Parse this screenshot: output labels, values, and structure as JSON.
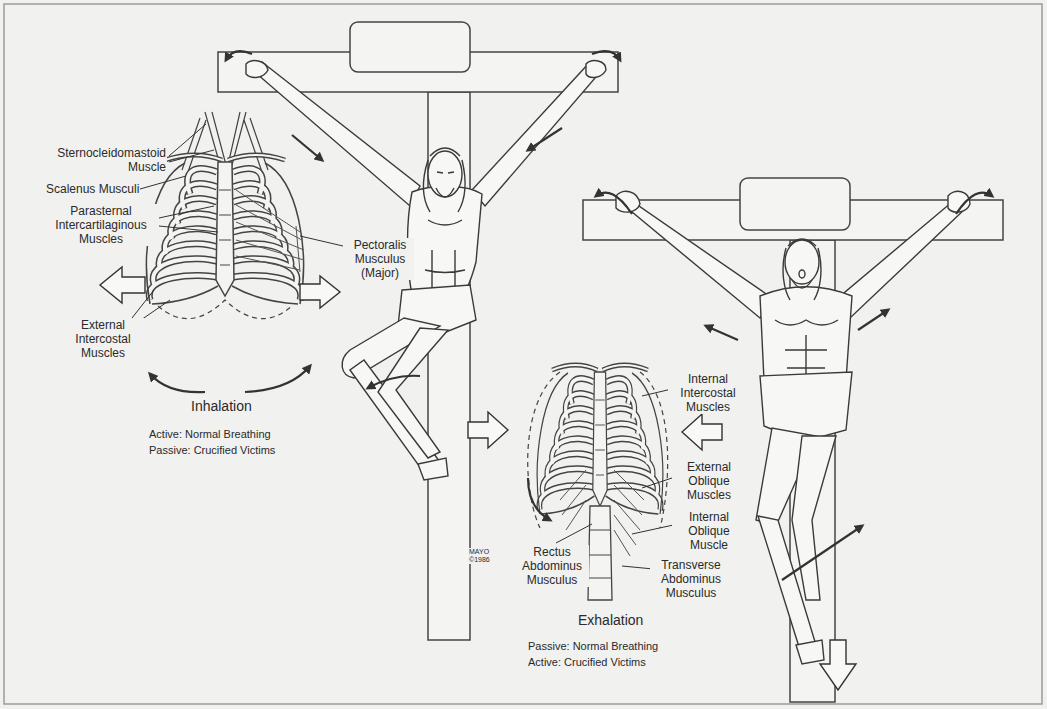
{
  "diagram": {
    "labels": [
      "Sternocleidomastoid Muscle",
      "Scalenus Musculi",
      "Parasternal Intercartilaginous Muscles",
      "External Intercostal Muscles",
      "Pectoralis Musculus (Major)",
      "Inhalation",
      "Active: Normal Breathing",
      "Passive: Crucified Victims",
      "Internal Intercostal Muscles",
      "External Oblique Muscles",
      "Internal Oblique Muscle",
      "Rectus Abdominus Musculus",
      "Transverse Abdominus Musculus",
      "Exhalation",
      "Passive: Normal Breathing",
      "Active: Crucified Victims",
      "MAYO ©1986"
    ]
  }
}
